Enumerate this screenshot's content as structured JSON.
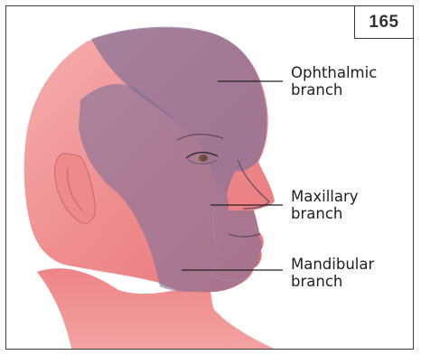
{
  "page_number": "165",
  "labels": {
    "ophthalmic": {
      "line1": "Ophthalmic",
      "line2": "branch"
    },
    "maxillary": {
      "line1": "Maxillary",
      "line2": "branch"
    },
    "mandibular": {
      "line1": "Mandibular",
      "line2": "branch"
    }
  },
  "colors": {
    "skin": "#f08a8c",
    "skin_light": "#f7b3b2",
    "nerve_overlay": "#7d6f97",
    "lines": "#222222"
  }
}
